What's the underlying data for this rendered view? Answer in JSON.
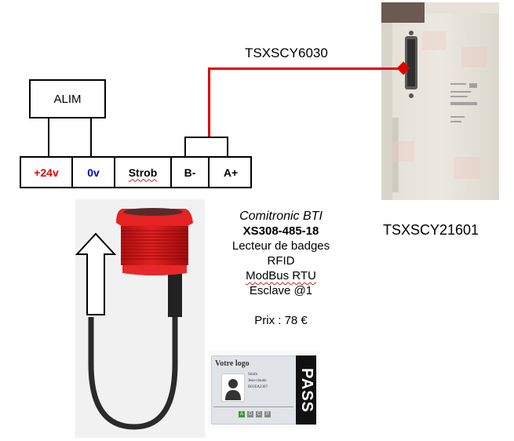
{
  "diagram": {
    "title": "RFID badge reader wiring",
    "power_supply": {
      "label": "ALIM"
    },
    "terminal_block": {
      "terminals": [
        {
          "label": "+24v",
          "color": "#e00000"
        },
        {
          "label": "0v",
          "color": "#0000c0"
        },
        {
          "label": "Strob",
          "color": "#000000"
        },
        {
          "label": "B-",
          "color": "#000000"
        },
        {
          "label": "A+",
          "color": "#000000"
        }
      ]
    },
    "cable": {
      "label": "TSXSCY6030",
      "color": "#e00000"
    },
    "plc_module": {
      "label": "TSXSCY21601"
    },
    "reader_info": {
      "brand": "Comitronic BTI",
      "model": "XS308-485-18",
      "line1": "Lecteur de badges",
      "line2": "RFID",
      "line3": "ModBus RTU",
      "line4": "Esclave @1",
      "price": "Prix : 78 €"
    },
    "badge_card": {
      "logo_text": "Votre logo",
      "name": "Smith",
      "first_name": "Jean-claude",
      "id": "B01EA2307",
      "side_text": "PASS",
      "buttons": [
        "A",
        "D",
        "C",
        "P"
      ]
    }
  }
}
